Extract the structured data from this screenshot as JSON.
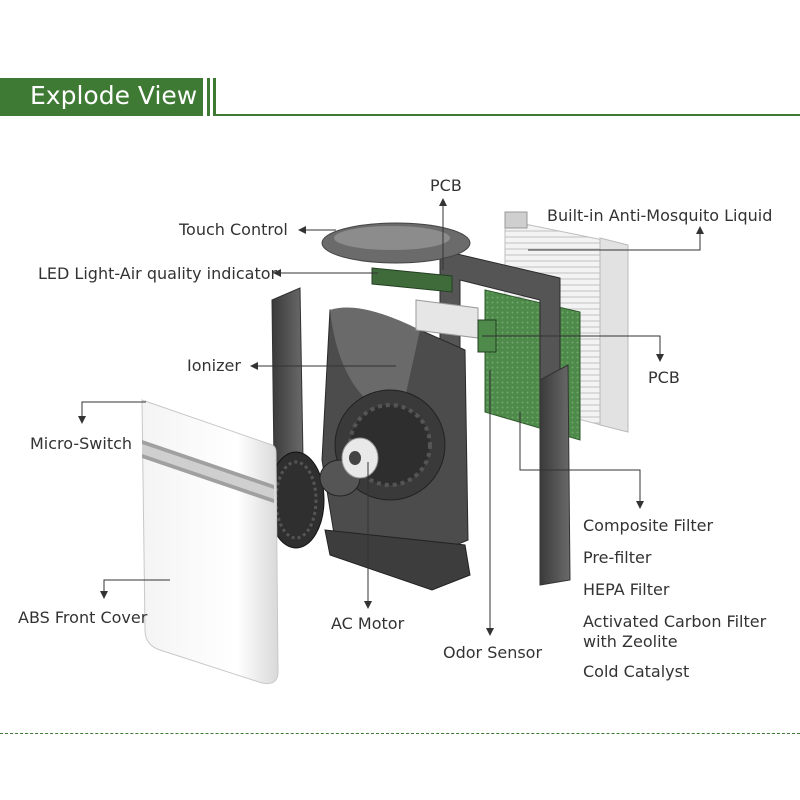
{
  "header": {
    "title": "Explode View",
    "accent_color": "#3e7a33"
  },
  "labels": {
    "pcb_top": "PCB",
    "touch_control": "Touch Control",
    "anti_mosquito": "Built-in Anti-Mosquito Liquid",
    "led_indicator": "LED Light-Air quality indicator",
    "ionizer": "Ionizer",
    "pcb_right": "PCB",
    "micro_switch": "Micro-Switch",
    "composite_filter": "Composite Filter",
    "pre_filter": "Pre-filter",
    "hepa_filter": "HEPA Filter",
    "activated_carbon": "Activated Carbon Filter with Zeolite",
    "cold_catalyst": "Cold Catalyst",
    "abs_front_cover": "ABS Front Cover",
    "ac_motor": "AC Motor",
    "odor_sensor": "Odor Sensor"
  }
}
